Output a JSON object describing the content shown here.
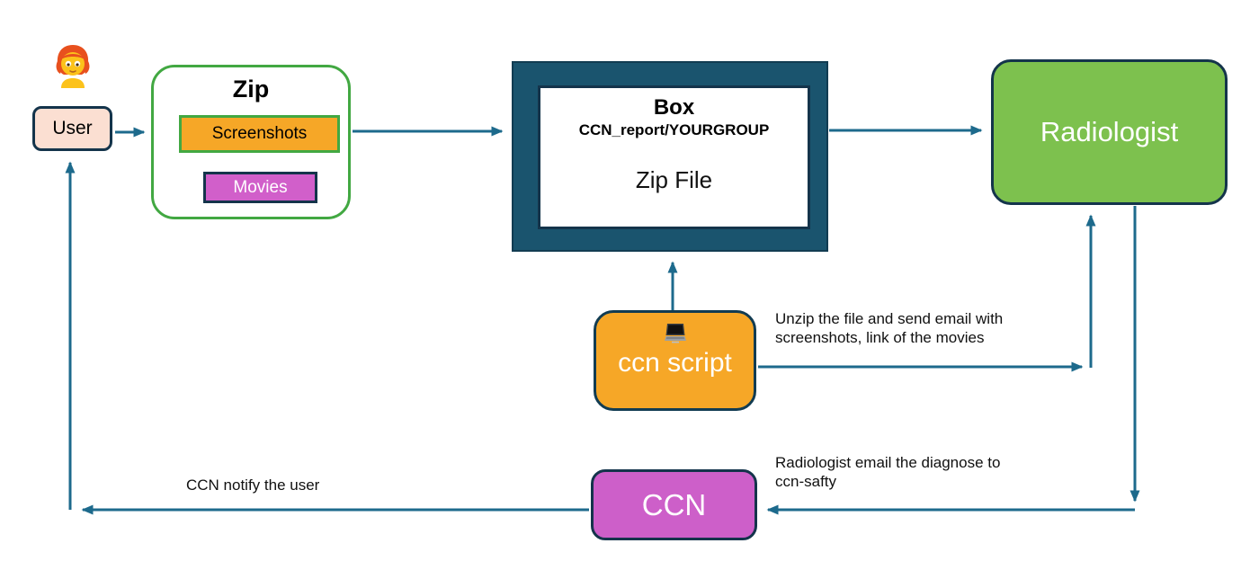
{
  "nodes": {
    "user": {
      "label": "User",
      "fill": "#fbdfd2",
      "border": "#14344b"
    },
    "zip": {
      "title": "Zip",
      "border": "#42a842",
      "children": [
        {
          "label": "Screenshots",
          "fill": "#f6a727",
          "border": "#42a842"
        },
        {
          "label": "Movies",
          "fill": "#d15fca",
          "border": "#14344b"
        }
      ]
    },
    "box": {
      "title": "Box",
      "subtitle": "CCN_report/YOURGROUP",
      "content": "Zip File",
      "fill": "#1a546e"
    },
    "radiologist": {
      "label": "Radiologist",
      "fill": "#7dc14e"
    },
    "ccn_script": {
      "label": "ccn script",
      "fill": "#f6a727"
    },
    "ccn": {
      "label": "CCN",
      "fill": "#cd5fc9"
    }
  },
  "annotations": {
    "unzip": "Unzip the file and send email with screenshots, link of the movies",
    "diagnose": "Radiologist email the diagnose to ccn-safty",
    "notify": "CCN notify the user"
  },
  "icons": {
    "user_avatar": "person-red-hair-icon",
    "ccn_script_icon": "laptop-icon"
  },
  "colors": {
    "background": "#ffffff",
    "connector": "#1d6a8c",
    "dark_border": "#14344b",
    "box_teal": "#1a546e",
    "orange": "#f6a727",
    "magenta": "#d15fca",
    "green": "#7dc14e",
    "zip_border_green": "#42a842",
    "user_pink": "#fbdfd2",
    "text": "#111111"
  }
}
